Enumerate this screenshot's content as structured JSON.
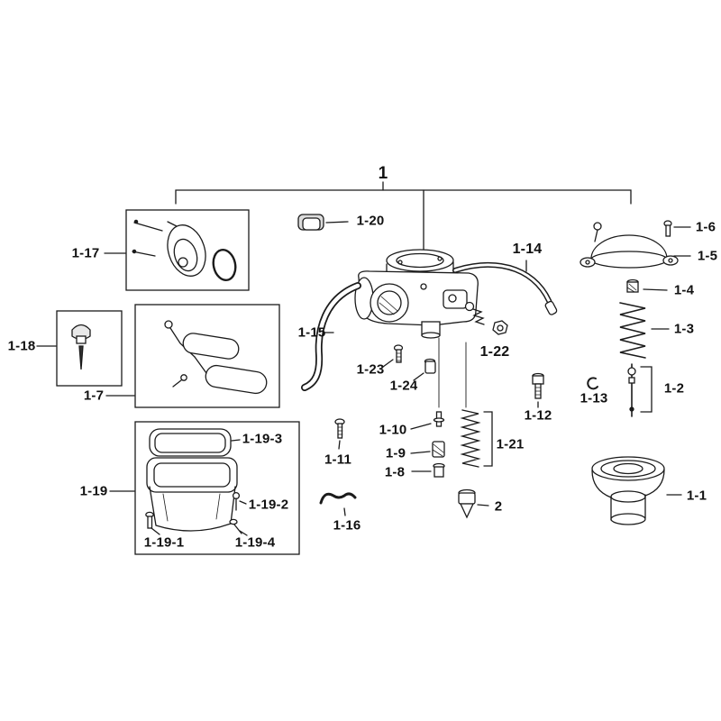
{
  "diagram": {
    "type": "exploded-parts-diagram",
    "subject": "carburetor-assembly",
    "line_color": "#1b1b1b",
    "background": "#ffffff"
  },
  "part_labels": {
    "assembly": "1",
    "p2": "2",
    "p1_1": "1-1",
    "p1_2": "1-2",
    "p1_3": "1-3",
    "p1_4": "1-4",
    "p1_5": "1-5",
    "p1_6": "1-6",
    "p1_7": "1-7",
    "p1_8": "1-8",
    "p1_9": "1-9",
    "p1_10": "1-10",
    "p1_11": "1-11",
    "p1_12": "1-12",
    "p1_13": "1-13",
    "p1_14": "1-14",
    "p1_15": "1-15",
    "p1_16": "1-16",
    "p1_17": "1-17",
    "p1_18": "1-18",
    "p1_19": "1-19",
    "p1_19_1": "1-19-1",
    "p1_19_2": "1-19-2",
    "p1_19_3": "1-19-3",
    "p1_19_4": "1-19-4",
    "p1_20": "1-20",
    "p1_21": "1-21",
    "p1_22": "1-22",
    "p1_23": "1-23",
    "p1_24": "1-24"
  }
}
